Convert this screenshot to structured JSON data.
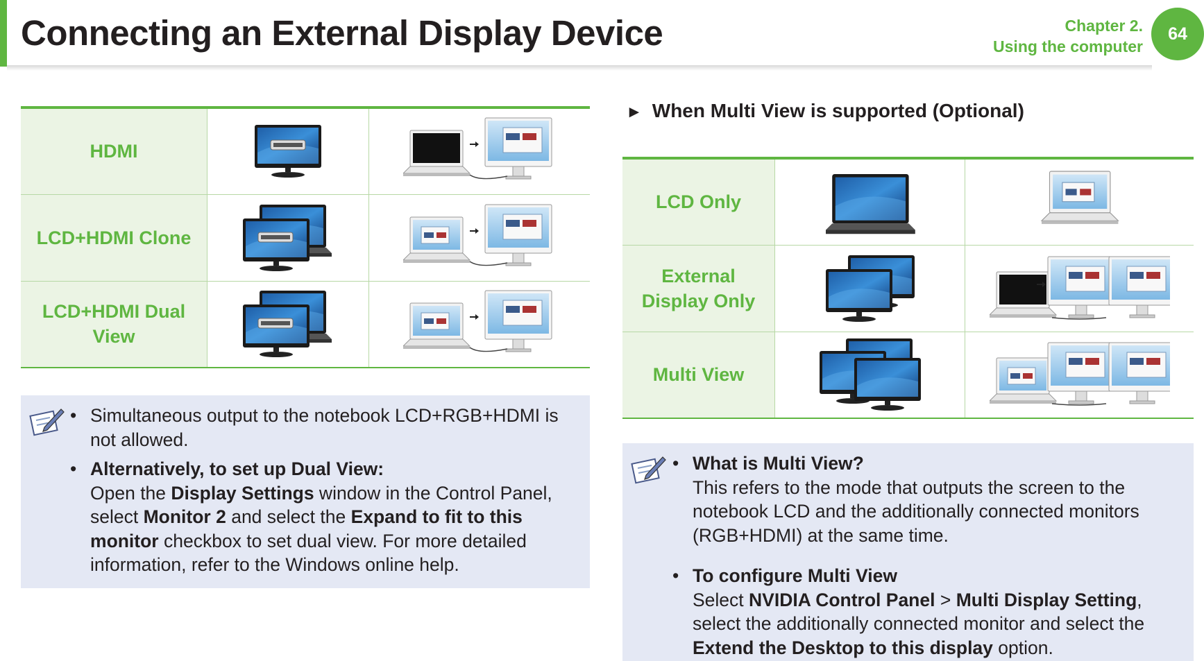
{
  "header": {
    "title": "Connecting an External Display Device",
    "chapter_line1": "Chapter 2.",
    "chapter_line2": "Using the computer",
    "page_number": "64"
  },
  "left_table": {
    "rows": [
      {
        "label": "HDMI"
      },
      {
        "label": "LCD+HDMI Clone"
      },
      {
        "label_line1": "LCD+HDMI Dual",
        "label_line2": "View"
      }
    ]
  },
  "left_note": {
    "bullet": "•",
    "item1": "Simultaneous output to the notebook LCD+RGB+HDMI is not allowed.",
    "item2_heading": "Alternatively, to set up Dual View:",
    "item2_t1": "Open the ",
    "item2_b1": "Display Settings",
    "item2_t2": " window in the Control Panel, select ",
    "item2_b2": "Monitor 2",
    "item2_t3": " and select the ",
    "item2_b3": "Expand to fit to this monitor",
    "item2_t4": " checkbox to set dual view. For more detailed information, refer to the Windows online help."
  },
  "right_section": {
    "marker": "►",
    "title": "When Multi View is supported (Optional)"
  },
  "right_table": {
    "rows": [
      {
        "label": "LCD Only"
      },
      {
        "label_line1": "External",
        "label_line2": "Display Only"
      },
      {
        "label": "Multi View"
      }
    ]
  },
  "right_note": {
    "bullet": "•",
    "item1_heading": "What is Multi View?",
    "item1_text": "This refers to the mode that outputs the screen to the notebook LCD and the additionally connected monitors (RGB+HDMI) at the same time.",
    "item2_heading": "To configure Multi View",
    "item2_t1": "Select ",
    "item2_b1": "NVIDIA Control Panel",
    "item2_t2": " > ",
    "item2_b2": "Multi Display Setting",
    "item2_t3": ", select the additionally connected monitor and select the ",
    "item2_b3": "Extend the Desktop to this display",
    "item2_t4": " option."
  },
  "icons": [
    "hdmi-monitor-icon",
    "laptop-icon",
    "monitor-icon",
    "arrow-icon",
    "note-pen-icon"
  ],
  "colors": {
    "accent": "#5fb641",
    "label_bg": "#ebf4e4",
    "note_bg": "#e4e8f4",
    "text": "#231f20"
  }
}
